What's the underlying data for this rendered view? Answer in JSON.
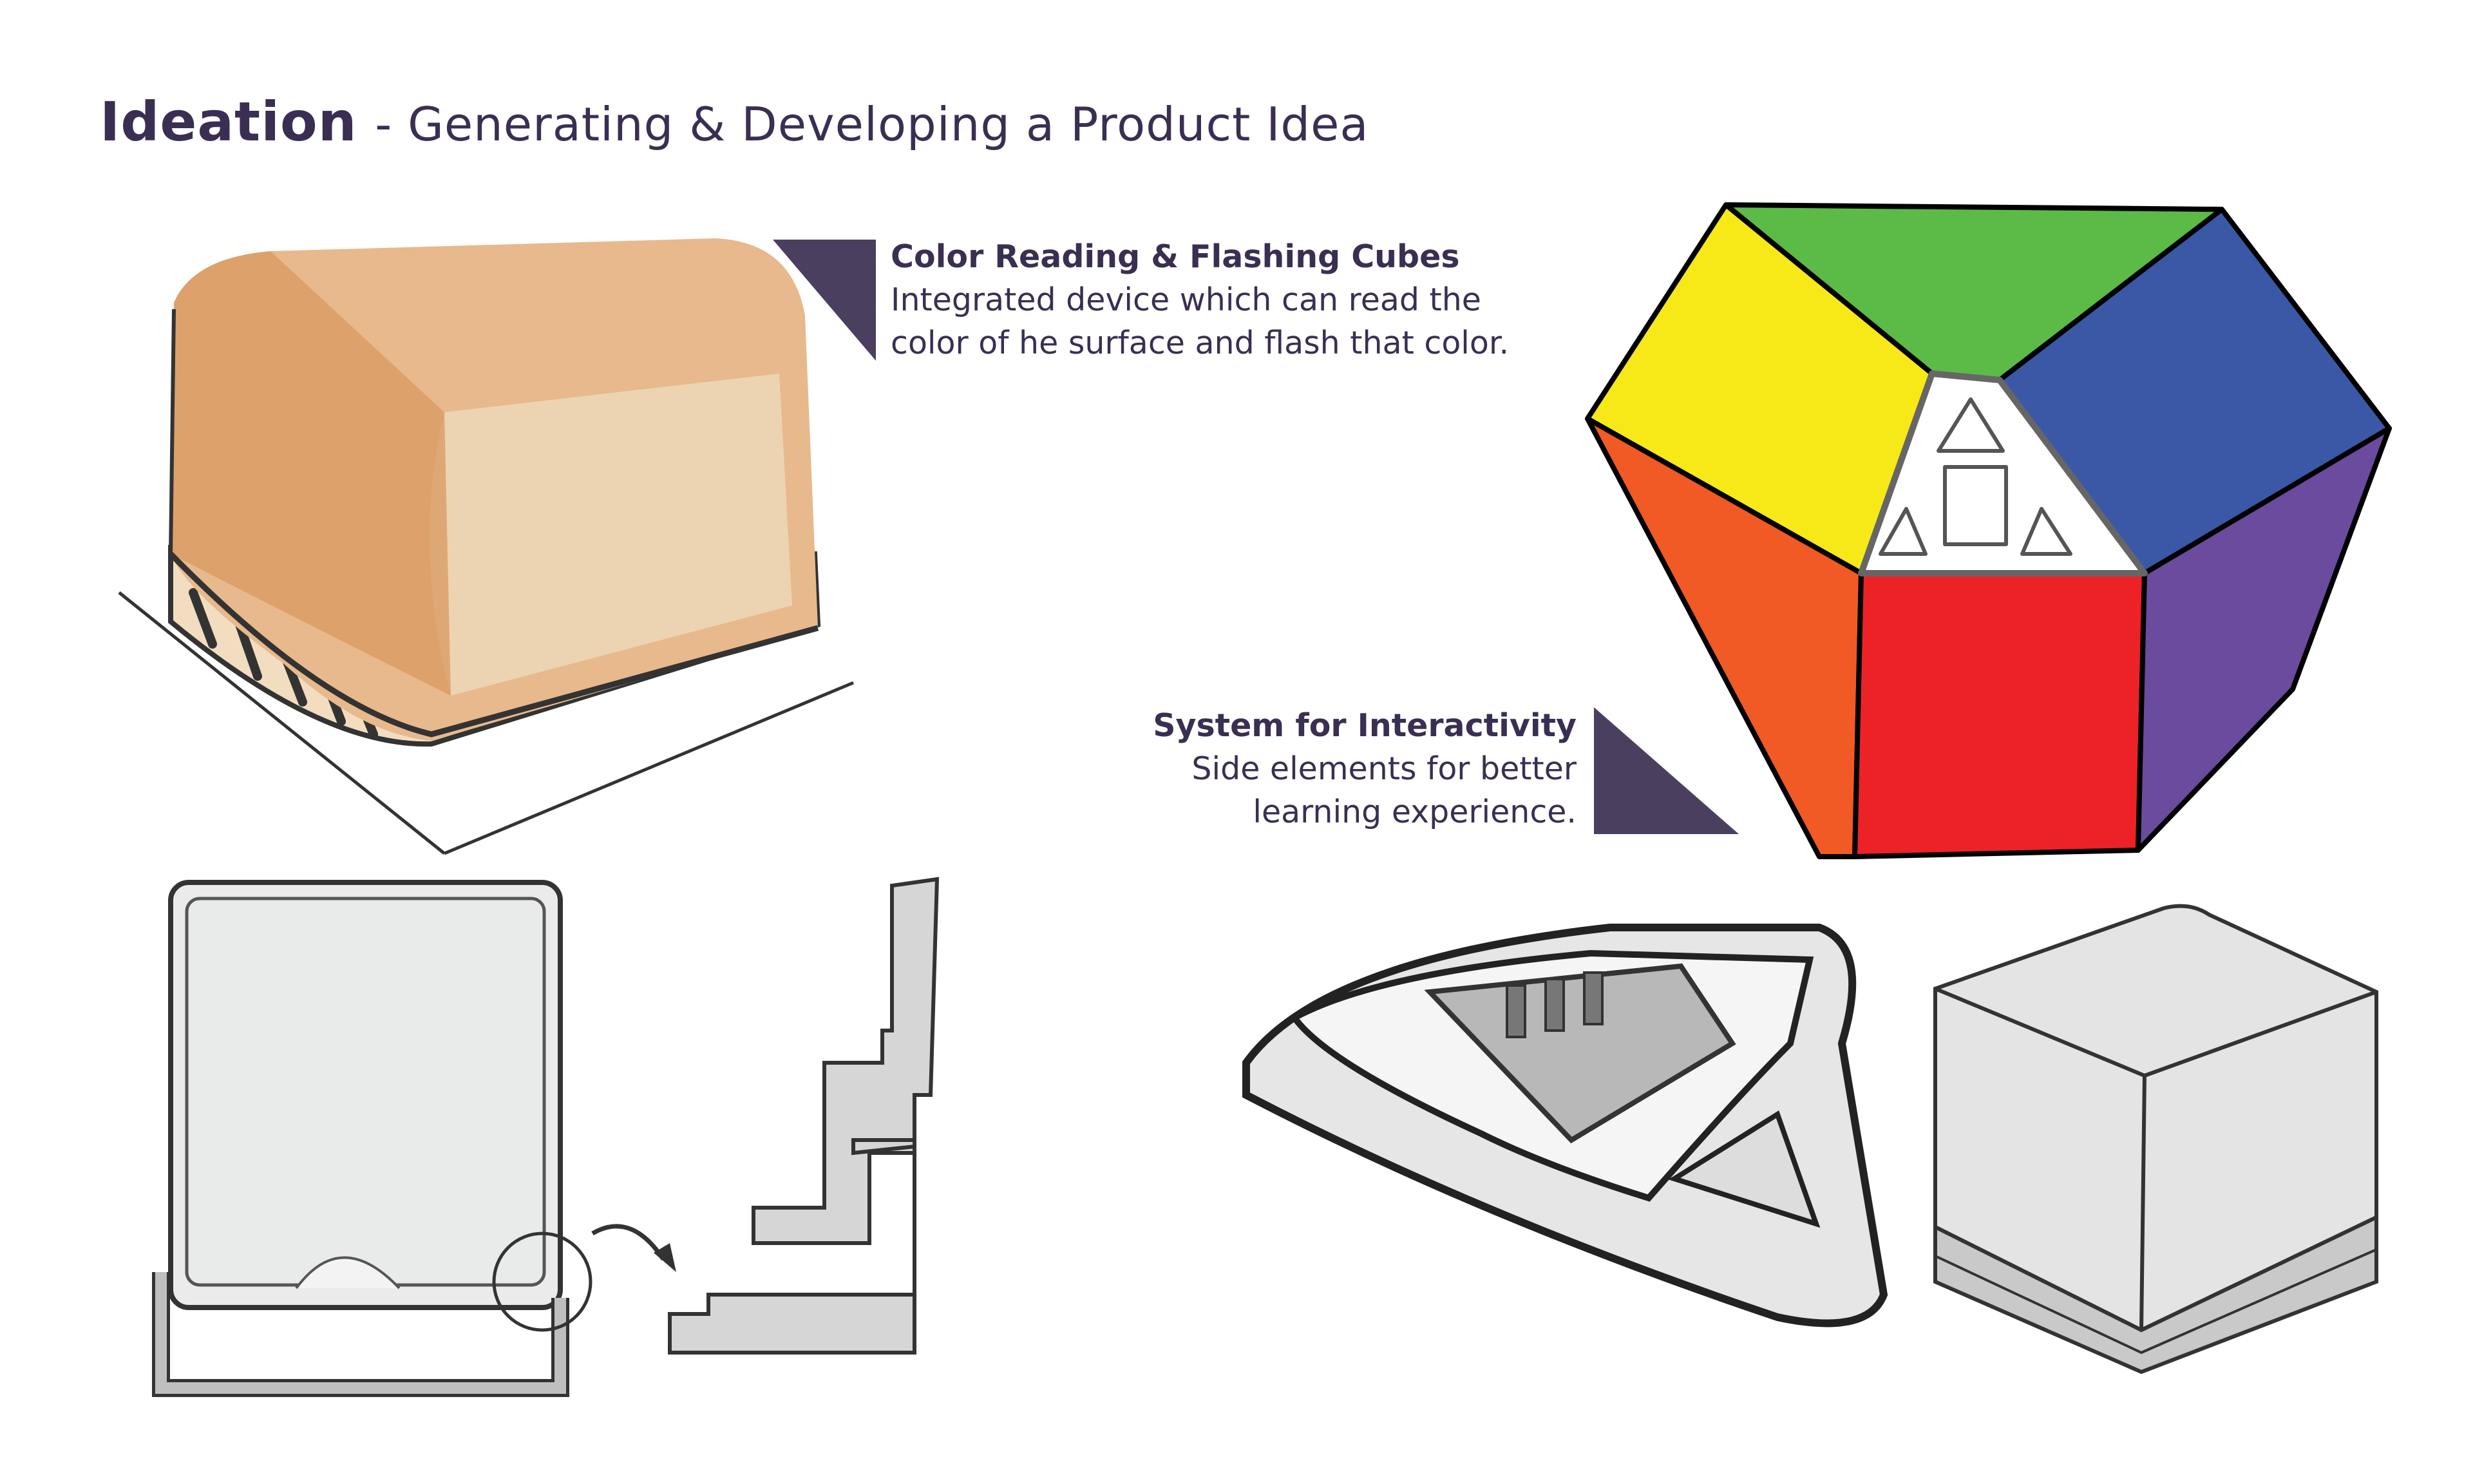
{
  "title": {
    "bold": "Ideation",
    "rest": "- Generating & Developing a Product Idea"
  },
  "callouts": {
    "color_reading": {
      "heading": "Color Reading & Flashing Cubes",
      "line1": "Integrated device which can read the",
      "line2": "color of he surface and flash that color."
    },
    "interactivity": {
      "heading": "System for Interactivity",
      "line1": "Side elements for better",
      "line2": "learning experience."
    }
  },
  "colors": {
    "accent": "#4a3f5f",
    "green": "#5cbb47",
    "blue": "#3a58a6",
    "yellow": "#f7e917",
    "orange": "#f15a24",
    "red": "#ec2227",
    "purple": "#6a4b9e",
    "skin": "#e8b98c",
    "base": "#f2ddc0"
  },
  "icons": {
    "accent_triangle_top": "triangle-marker",
    "accent_triangle_mid": "triangle-marker",
    "arrow": "curved-arrow"
  }
}
